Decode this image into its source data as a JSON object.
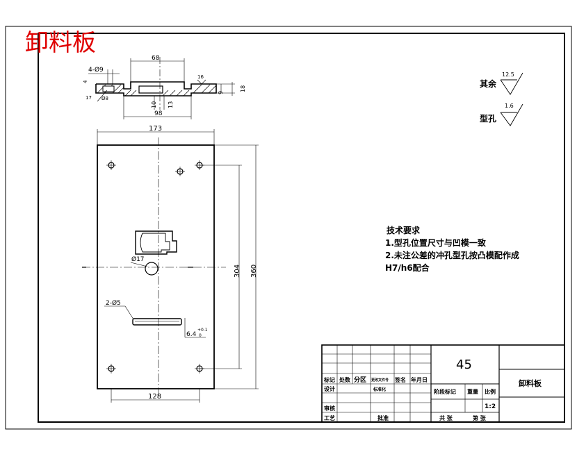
{
  "stamp_title": "卸料板",
  "section_view": {
    "dims": {
      "d68": "68",
      "holes": "4-Ø9",
      "d4": "4",
      "d17": "17",
      "d68b": "Ø8",
      "d16": "16",
      "d9": "9",
      "d18": "18",
      "d10": "10",
      "d13": "13",
      "d98": "98"
    }
  },
  "plan_view": {
    "dims": {
      "width": "173",
      "height_inner": "304",
      "height": "360",
      "bottom": "128",
      "hole": "Ø17",
      "slots": "2-Ø5",
      "slot_w": "6.4",
      "tol_upper": "+0.1",
      "tol_lower": "0"
    }
  },
  "roughness": [
    {
      "label": "其余",
      "value": "12.5"
    },
    {
      "label": "型孔",
      "value": "1.6"
    }
  ],
  "requirements": {
    "heading": "技术要求",
    "lines": [
      "1.型孔位置尺寸与凹模一致",
      "2.未注公差的冲孔型孔按凸模配作成",
      "H7/h6配合"
    ]
  },
  "title_block": {
    "material": "45",
    "part_name": "卸料板",
    "scale": "1:2",
    "labels": {
      "mark": "标记",
      "count": "处数",
      "zone": "分区",
      "doc_no": "更改文件号",
      "sign": "签名",
      "date": "年月日",
      "design": "设计",
      "standard": "标准化",
      "stage": "阶段标记",
      "weight": "重量",
      "ratio": "比例",
      "check": "审核",
      "process": "工艺",
      "approve": "批准",
      "total": "共 张",
      "sheet": "第 张"
    }
  }
}
